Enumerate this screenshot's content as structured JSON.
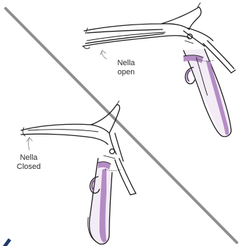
{
  "labels": {
    "open_line1": "Nella",
    "open_line2": "open",
    "closed_line1": "Nella",
    "closed_line2": "Closed"
  },
  "colors": {
    "handle_purple": "#b48cc4",
    "handle_dark_purple": "#7a4e8c",
    "divider_gray": "#8e8e8e",
    "ink": "#1a1a1a"
  },
  "icons": [
    "speculum-open-illustration",
    "speculum-closed-illustration",
    "arrow-pointer-icon"
  ]
}
